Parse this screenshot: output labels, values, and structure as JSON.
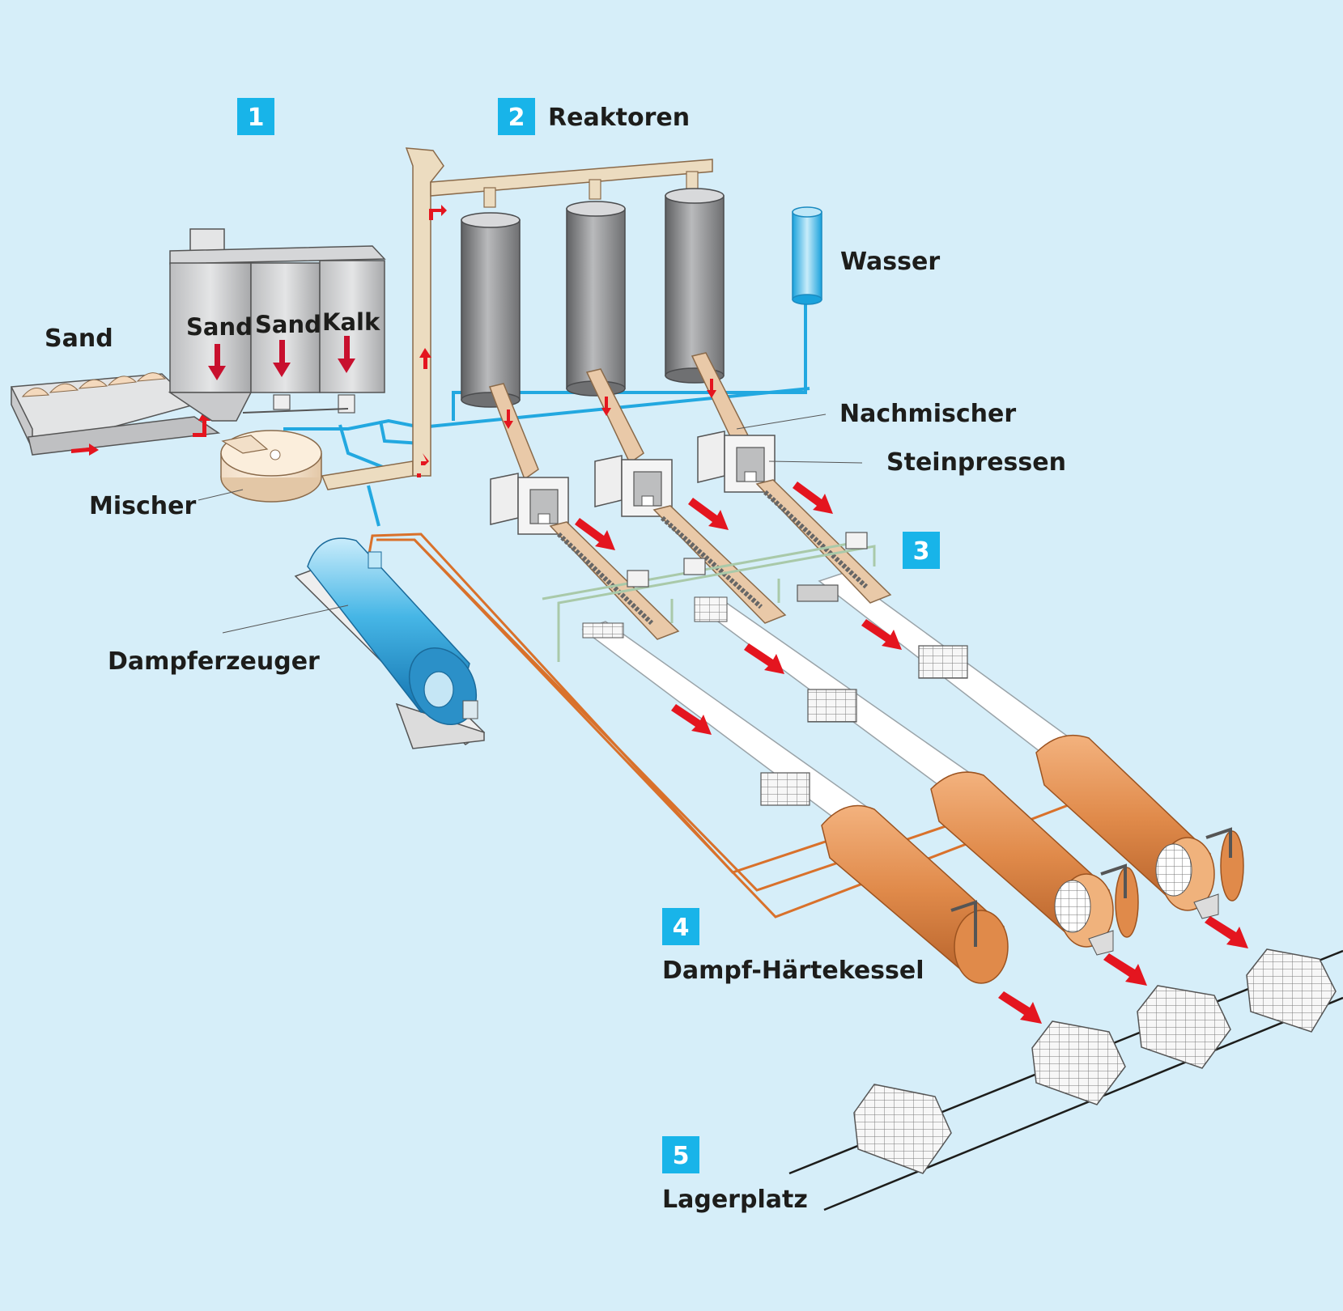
{
  "colors": {
    "background": "#d6eef9",
    "badge": "#18b4e9",
    "arrow": "#e4151f",
    "water_pipe": "#22a8e0",
    "steam_pipe": "#d9712b",
    "autoclave": "#e08a4a",
    "silo": "#8a8b8d",
    "beige": "#ecdcc0"
  },
  "badges": [
    "1",
    "2",
    "3",
    "4",
    "5"
  ],
  "labels": {
    "reaktoren": "Reaktoren",
    "sand": "Sand",
    "silo_1": "Sand",
    "silo_2": "Sand",
    "silo_3": "Kalk",
    "wasser": "Wasser",
    "nachmischer": "Nachmischer",
    "steinpressen": "Steinpressen",
    "mischer": "Mischer",
    "dampferzeuger": "Dampferzeuger",
    "dampf_haertekessel": "Dampf-Härtekessel",
    "lagerplatz": "Lagerplatz"
  },
  "icons": {
    "flow_arrow": "red-arrow-icon",
    "brick_stack": "brick-stack-icon"
  }
}
